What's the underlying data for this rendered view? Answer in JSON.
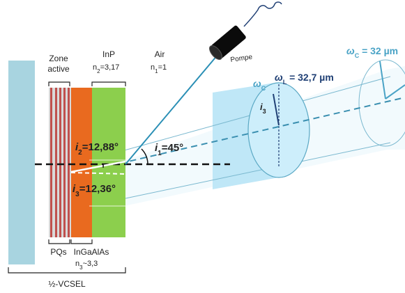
{
  "colors": {
    "mirror": "#a8d4e0",
    "quantum_well": "#c0504d",
    "barrier": "#d9d9d9",
    "ingaalas": "#e96a1f",
    "inp": "#8ccf4d",
    "beam_fill": "#cdeefb",
    "beam_edge": "#5aa8c4",
    "axis_dashed": "#3a8fb0",
    "omega_c": "#4aa3c6",
    "omega_l": "#1f3f74",
    "fiber": "#000000"
  },
  "icons": {
    "pump": "laser-pump-cylinder-icon"
  },
  "labels": {
    "zone_active_1": "Zone",
    "zone_active_2": "active",
    "inp_title": "InP",
    "inp_index": "n",
    "inp_index_sub": "2",
    "inp_index_val": "=3,17",
    "air_title": "Air",
    "air_index": "n",
    "air_index_sub": "1",
    "air_index_val": "=1",
    "pump": "Pompe",
    "pqs": "PQs",
    "ingaalas": "InGaAlAs",
    "ingaalas_index": "n",
    "ingaalas_index_sub": "3",
    "ingaalas_index_val": "~3,3",
    "half_vcsel": "½-VCSEL",
    "i1_sym": "i",
    "i1_sub": "1",
    "i1_val": "=45°",
    "i2_sym": "i",
    "i2_sub": "2",
    "i2_val": "=12,88°",
    "i3_sym": "i",
    "i3_sub": "3",
    "i3_val": "=12,36°",
    "i3_small_sym": "i",
    "i3_small_sub": "3",
    "omega_c_top_sym": "ω",
    "omega_c_top_sub": "C",
    "omega_c_top_val": " = 32 µm",
    "omega_c_mid_sym": "ω",
    "omega_c_mid_sub": "C",
    "omega_l_sym": "ω",
    "omega_l_sub": "L",
    "omega_l_val": " = 32,7 µm"
  }
}
